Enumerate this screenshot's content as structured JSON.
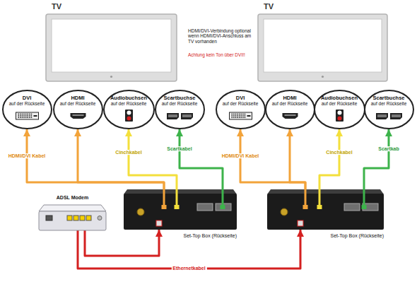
{
  "diagram": {
    "nodes": [
      {
        "text": [
          "TV"
        ]
      },
      {
        "text": [
          "TV"
        ]
      },
      {
        "text": [
          "DVI",
          "auf der Rückseite"
        ]
      },
      {
        "text": [
          "HDMI",
          "auf der Rückseite"
        ]
      },
      {
        "text": [
          "Audiobuchsen",
          "auf der Rückseite"
        ]
      },
      {
        "text": [
          "Scartbuchse",
          "auf der Rückseite"
        ]
      },
      {
        "text": [
          "DVI",
          "auf der Rückseite"
        ]
      },
      {
        "text": [
          "HDMI",
          "auf der Rückseite"
        ]
      },
      {
        "text": [
          "Audiobuchsen",
          "auf der Rückseite"
        ]
      },
      {
        "text": [
          "Scartbuchse",
          "auf der Rückseite"
        ]
      },
      {
        "text": [
          "ADSL Modem"
        ]
      },
      {
        "text": [
          "Set-Top Box (Rückseite)"
        ]
      },
      {
        "text": [
          "Set-Top Box (Rückseite)"
        ]
      }
    ],
    "edges": [
      {
        "from": 11,
        "to": 2,
        "arrow": "to",
        "label": "HDMI/DVI Kabel"
      },
      {
        "from": 11,
        "to": 3,
        "arrow": "to"
      },
      {
        "from": 11,
        "to": 4,
        "arrow": "to",
        "label": "Cinchkabel"
      },
      {
        "from": 11,
        "to": 5,
        "arrow": "to",
        "label": "Scartkabel"
      },
      {
        "from": 12,
        "to": 6,
        "arrow": "to",
        "label": "HDMI/DVI Kabel"
      },
      {
        "from": 12,
        "to": 7,
        "arrow": "to"
      },
      {
        "from": 12,
        "to": 8,
        "arrow": "to",
        "label": "Cinchkabel"
      },
      {
        "from": 12,
        "to": 9,
        "arrow": "to",
        "label": "Scartkab"
      },
      {
        "from": 10,
        "to": 11,
        "arrow": "to"
      },
      {
        "from": 10,
        "to": 12,
        "arrow": "to",
        "label": "Ethernetkabel"
      }
    ],
    "labels": [
      "HDMI/DVI-Verbindung optional wenn HDMI/DVI-Anschluss am TV vorhanden",
      "Achtung kein Ton über DVI!!"
    ]
  }
}
